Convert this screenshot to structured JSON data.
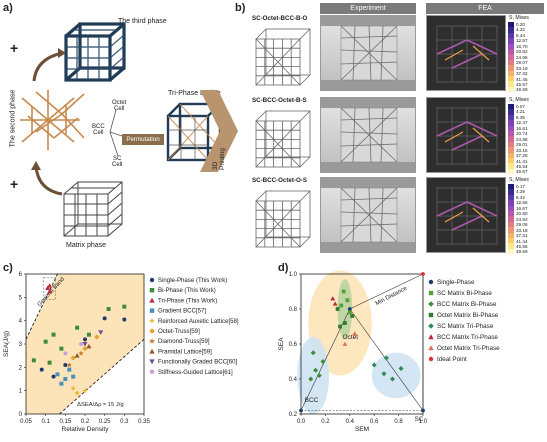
{
  "panel_labels": {
    "a": "a)",
    "b": "b)",
    "c": "c)",
    "d": "d)"
  },
  "panel_a": {
    "third_phase": "The third phase",
    "second_phase": "The second phase",
    "matrix_phase": "Matrix phase",
    "octet_cell": "Octet\nCell",
    "bcc_cell": "BCC\nCell",
    "sc_cell": "SC\nCell",
    "permutation": "Permutation",
    "tri_phase_lattice": "Tri-Phase Lattice",
    "printing": "3D\nPrinting",
    "plus": "+",
    "colors": {
      "node_orange": "#c68a4e",
      "cube_navy": "#1f3b55",
      "permutation_bg": "#8b6d4e",
      "arrow": "#6b4f36"
    }
  },
  "panel_b": {
    "header_experiment": "Experiment",
    "header_fea": "FEA",
    "rows": [
      {
        "name": "SC-Octet-BCC-B-O",
        "cbar_title": "S, Mises",
        "cbar_values": [
          "0.20",
          "4.32",
          "8.44",
          "12.57",
          "16.70",
          "20.82",
          "24.95",
          "29.07",
          "33.19",
          "37.32",
          "41.45",
          "45.57",
          "49.69"
        ]
      },
      {
        "name": "SC-BCC-Octet-B-S",
        "cbar_title": "S, Mises",
        "cbar_values": [
          "0.07",
          "4.21",
          "8.35",
          "12.47",
          "16.61",
          "20.74",
          "24.88",
          "29.01",
          "33.15",
          "37.28",
          "41.41",
          "45.54",
          "49.67"
        ]
      },
      {
        "name": "SC-BCC-Octet-O-S",
        "cbar_title": "S, Mises",
        "cbar_values": [
          "0.17",
          "4.29",
          "8.42",
          "12.55",
          "16.67",
          "20.80",
          "24.93",
          "29.06",
          "33.18",
          "37.31",
          "41.44",
          "45.56",
          "49.69"
        ]
      }
    ],
    "colors": {
      "header_bg": "#7a7a7a",
      "fea_bg": "#2e2e2e"
    }
  },
  "chart_data": [
    {
      "type": "scatter",
      "panel": "c",
      "xlabel": "Relative Density",
      "ylabel": "SEA(J/g)",
      "xlim": [
        0.05,
        0.35
      ],
      "ylim": [
        0,
        6
      ],
      "xticks": [
        "0.05",
        "0.1",
        "0.15",
        "0.2",
        "0.25",
        "0.3",
        "0.35"
      ],
      "yticks": [
        "0",
        "1",
        "2",
        "3",
        "4",
        "5",
        "6"
      ],
      "annotations": [
        "General Band",
        "ΔSEA/Δρ ≈ 15 J/g"
      ],
      "band": {
        "lower": [
          [
            0.135,
            0
          ],
          [
            0.35,
            3.2
          ]
        ],
        "upper": [
          [
            0.05,
            3.2
          ],
          [
            0.13,
            6
          ]
        ],
        "color": "#fde4b8"
      },
      "series": [
        {
          "name": "Single-Phase (This Work)",
          "marker": "circle",
          "color": "#1f3b73",
          "points": [
            [
              0.09,
              1.9
            ],
            [
              0.12,
              1.6
            ],
            [
              0.15,
              2.1
            ],
            [
              0.2,
              3.2
            ],
            [
              0.25,
              4.1
            ],
            [
              0.3,
              4.05
            ]
          ]
        },
        {
          "name": "Bi-Phase (This Work)",
          "marker": "square",
          "color": "#3c8c3c",
          "points": [
            [
              0.07,
              2.3
            ],
            [
              0.1,
              3.1
            ],
            [
              0.12,
              3.4
            ],
            [
              0.14,
              2.8
            ],
            [
              0.18,
              3.7
            ],
            [
              0.21,
              3.4
            ],
            [
              0.26,
              4.5
            ],
            [
              0.3,
              4.6
            ],
            [
              0.11,
              2.2
            ]
          ]
        },
        {
          "name": "Tri-Phase (This Work)",
          "marker": "triangle",
          "color": "#b8283a",
          "points": [
            [
              0.105,
              5.4
            ],
            [
              0.11,
              5.25
            ],
            [
              0.11,
              5.5
            ]
          ]
        },
        {
          "name": "Gradient BCC[57]",
          "marker": "square",
          "color": "#4a8fc0",
          "points": [
            [
              0.13,
              1.7
            ],
            [
              0.14,
              1.3
            ],
            [
              0.15,
              1.5
            ],
            [
              0.16,
              1.9
            ],
            [
              0.17,
              1.6
            ]
          ]
        },
        {
          "name": "Reinforced Auxetic Lattice[58]",
          "marker": "plus",
          "color": "#e6b820",
          "points": [
            [
              0.17,
              1.1
            ],
            [
              0.18,
              0.9
            ],
            [
              0.2,
              1.0
            ]
          ]
        },
        {
          "name": "Octet-Truss[59]",
          "marker": "diamond",
          "color": "#e8a030",
          "points": [
            [
              0.17,
              2.4
            ],
            [
              0.2,
              2.8
            ],
            [
              0.23,
              3.3
            ]
          ]
        },
        {
          "name": "Diamond-Truss[59]",
          "marker": "star",
          "color": "#c87b30",
          "points": [
            [
              0.16,
              2.1
            ],
            [
              0.19,
              2.6
            ]
          ]
        },
        {
          "name": "Pramidal Lattice[59]",
          "marker": "triangle",
          "color": "#8b5a2b",
          "points": [
            [
              0.18,
              2.5
            ],
            [
              0.21,
              2.9
            ]
          ]
        },
        {
          "name": "Functionally Graded BCC[60]",
          "marker": "triangle-down",
          "color": "#6a4ea0",
          "points": [
            [
              0.2,
              3.0
            ],
            [
              0.24,
              3.5
            ]
          ]
        },
        {
          "name": "Stiffness-Guided Lattice[61]",
          "marker": "circle",
          "color": "#c6a0d8",
          "points": [
            [
              0.15,
              2.6
            ],
            [
              0.19,
              3.0
            ]
          ]
        }
      ]
    },
    {
      "type": "scatter",
      "panel": "d",
      "xlabel": "SEM",
      "ylabel": "SEA",
      "xlim": [
        0,
        1.0
      ],
      "ylim": [
        0.2,
        1.0
      ],
      "xticks": [
        "0.0",
        "0.2",
        "0.4",
        "0.6",
        "0.8",
        "1.0"
      ],
      "yticks": [
        "0.2",
        "0.4",
        "0.6",
        "0.8",
        "1.0"
      ],
      "annotations": [
        "Octet",
        "BCC",
        "SC",
        "Min Distance"
      ],
      "series": [
        {
          "name": "Single-Phase",
          "marker": "circle",
          "color": "#1f3b73",
          "points": [
            [
              0.0,
              0.22
            ],
            [
              1.0,
              0.22
            ],
            [
              0.4,
              0.8
            ]
          ]
        },
        {
          "name": "SC Matrix Bi-Phase",
          "marker": "square",
          "color": "#5a9e3a",
          "points": [
            [
              0.35,
              0.9
            ],
            [
              0.38,
              0.85
            ],
            [
              0.33,
              0.82
            ],
            [
              0.4,
              0.78
            ]
          ]
        },
        {
          "name": "BCC Matrix Bi-Phase",
          "marker": "diamond",
          "color": "#3c8c3c",
          "points": [
            [
              0.08,
              0.4
            ],
            [
              0.12,
              0.45
            ],
            [
              0.15,
              0.42
            ],
            [
              0.18,
              0.5
            ],
            [
              0.1,
              0.55
            ]
          ]
        },
        {
          "name": "Octet Matrix Bi-Phase",
          "marker": "square",
          "color": "#2f7a2f",
          "points": [
            [
              0.3,
              0.8
            ],
            [
              0.36,
              0.72
            ],
            [
              0.42,
              0.76
            ],
            [
              0.32,
              0.7
            ]
          ]
        },
        {
          "name": "SC Matrix Tri-Phase",
          "marker": "diamond",
          "color": "#2e8b57",
          "points": [
            [
              0.6,
              0.48
            ],
            [
              0.68,
              0.43
            ],
            [
              0.75,
              0.4
            ],
            [
              0.82,
              0.46
            ],
            [
              0.7,
              0.52
            ]
          ]
        },
        {
          "name": "BCC Matrix Tri-Phase",
          "marker": "triangle",
          "color": "#b8283a",
          "points": [
            [
              0.26,
              0.86
            ],
            [
              0.28,
              0.83
            ]
          ]
        },
        {
          "name": "Octet Matrix Tri-Phase",
          "marker": "triangle",
          "color": "#e07050",
          "points": [
            [
              0.36,
              0.6
            ],
            [
              0.44,
              0.66
            ]
          ]
        },
        {
          "name": "Ideal Point",
          "marker": "circle",
          "color": "#e03030",
          "points": [
            [
              1.0,
              1.0
            ]
          ]
        }
      ],
      "regions": [
        {
          "name": "Octet",
          "cx": 0.32,
          "cy": 0.72,
          "rx": 0.26,
          "ry": 0.3,
          "color": "#fde4b8"
        },
        {
          "name": "BCC",
          "cx": 0.1,
          "cy": 0.42,
          "rx": 0.13,
          "ry": 0.22,
          "color": "#cfe3f2"
        },
        {
          "name": "SC",
          "cx": 0.78,
          "cy": 0.42,
          "rx": 0.2,
          "ry": 0.13,
          "color": "#cfe3f2"
        },
        {
          "name": "Octet-highlight",
          "cx": 0.36,
          "cy": 0.8,
          "rx": 0.06,
          "ry": 0.17,
          "color": "#b8d4a0"
        }
      ]
    }
  ]
}
